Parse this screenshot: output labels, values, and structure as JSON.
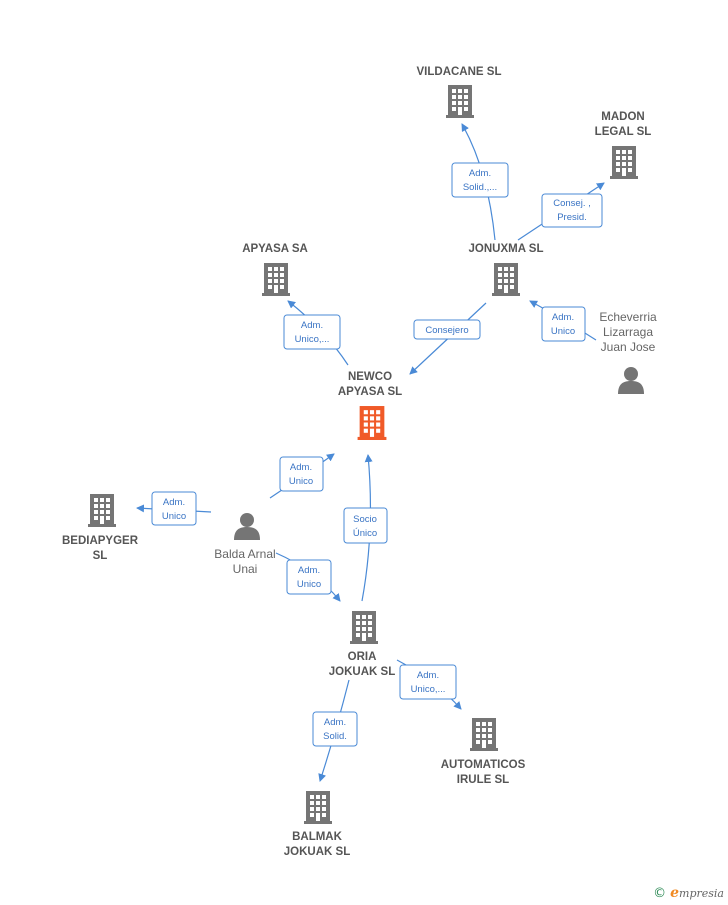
{
  "colors": {
    "building": "#757575",
    "building_highlight": "#f05a28",
    "person": "#757575",
    "edge": "#4a8ad6",
    "text": "#666666"
  },
  "nodes": {
    "vildacane": {
      "label": "VILDACANE SL",
      "icon": "building-icon"
    },
    "madon": {
      "label_lines": [
        "MADON",
        "LEGAL  SL"
      ],
      "icon": "building-icon"
    },
    "apyasa": {
      "label": "APYASA SA",
      "icon": "building-icon"
    },
    "jonuxma": {
      "label": "JONUXMA SL",
      "icon": "building-icon"
    },
    "newco": {
      "label_lines": [
        "NEWCO",
        "APYASA  SL"
      ],
      "icon": "building-icon"
    },
    "echeverria": {
      "label_lines": [
        "Echeverria",
        "Lizarraga",
        "Juan Jose"
      ],
      "icon": "person-icon"
    },
    "bediapyger": {
      "label_lines": [
        "BEDIAPYGER",
        "SL"
      ],
      "icon": "building-icon"
    },
    "balda": {
      "label_lines": [
        "Balda Arnal",
        "Unai"
      ],
      "icon": "person-icon"
    },
    "oria": {
      "label_lines": [
        "ORIA",
        "JOKUAK  SL"
      ],
      "icon": "building-icon"
    },
    "automaticos": {
      "label_lines": [
        "AUTOMATICOS",
        "IRULE SL"
      ],
      "icon": "building-icon"
    },
    "balmak": {
      "label_lines": [
        "BALMAK",
        "JOKUAK  SL"
      ],
      "icon": "building-icon"
    }
  },
  "edges": {
    "jonuxma_vildacane": [
      "Adm.",
      "Solid.,..."
    ],
    "jonuxma_madon": [
      "Consej. ,",
      "Presid."
    ],
    "newco_apyasa": [
      "Adm.",
      "Unico,..."
    ],
    "jonuxma_newco": [
      "Consejero"
    ],
    "echeverria_jonuxma": [
      "Adm.",
      "Unico"
    ],
    "balda_newco": [
      "Adm.",
      "Unico"
    ],
    "balda_bediapyger": [
      "Adm.",
      "Unico"
    ],
    "oria_newco": [
      "Socio",
      "Único"
    ],
    "balda_oria": [
      "Adm.",
      "Unico"
    ],
    "oria_automaticos": [
      "Adm.",
      "Unico,..."
    ],
    "oria_balmak": [
      "Adm.",
      "Solid."
    ]
  },
  "footer": {
    "copyright_symbol": "©",
    "brand_initial": "e",
    "brand_rest": "mpresia"
  }
}
